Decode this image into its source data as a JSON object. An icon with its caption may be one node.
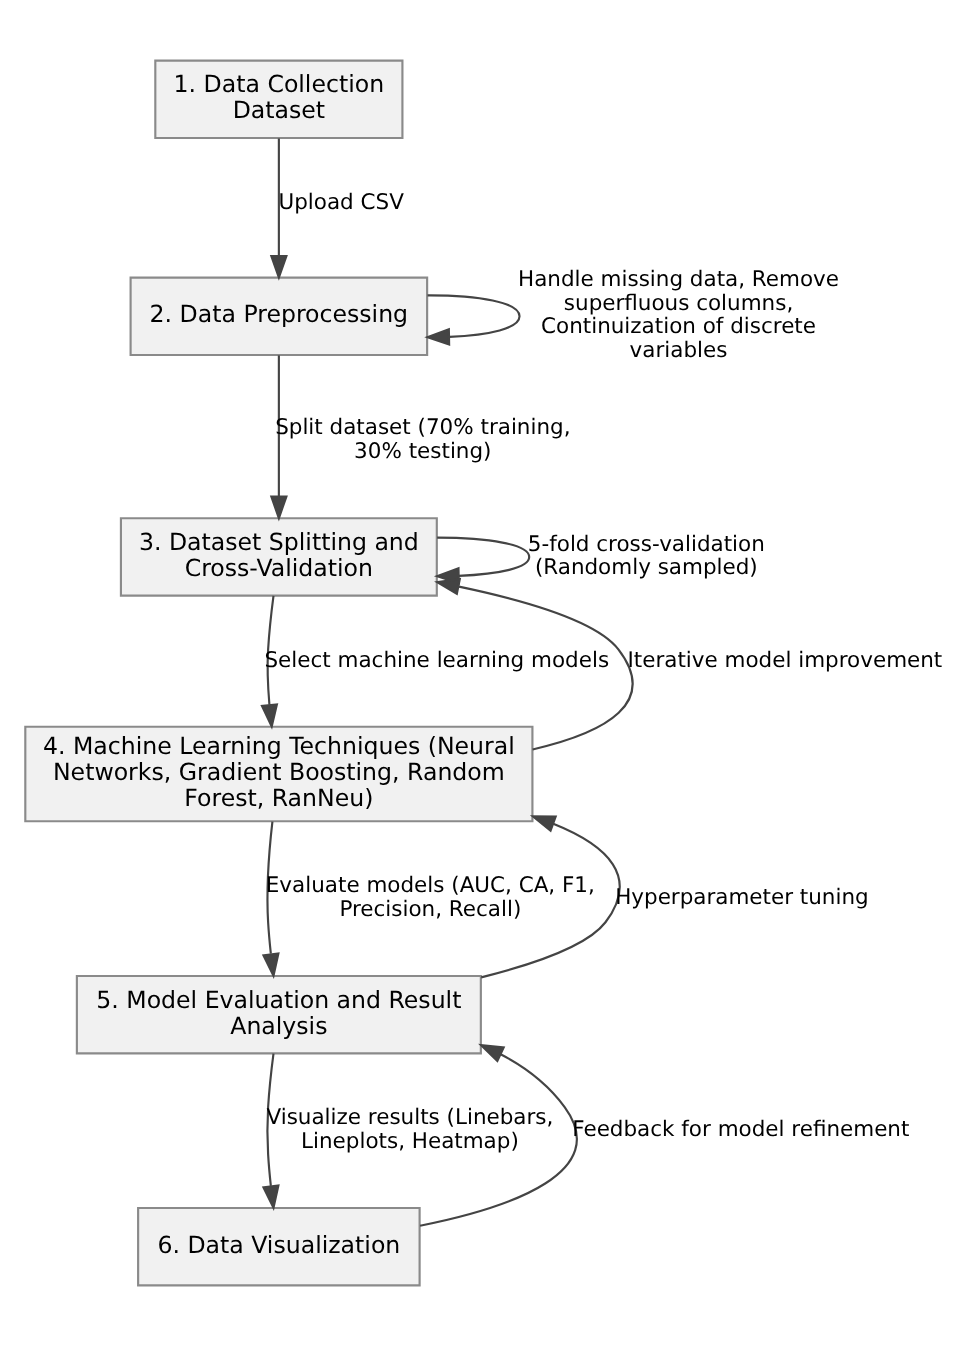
{
  "diagram": {
    "nodes": [
      {
        "text": [
          "1. Data Collection",
          "Dataset"
        ]
      },
      {
        "text": [
          "2. Data Preprocessing"
        ]
      },
      {
        "text": [
          "3. Dataset Splitting and Cross-Validation"
        ]
      },
      {
        "text": [
          "4. Machine Learning Techniques (Neural Networks, Gradient Boosting, Random Forest, RanNeu)"
        ]
      },
      {
        "text": [
          "5. Model Evaluation and Result Analysis"
        ]
      },
      {
        "text": [
          "6. Data Visualization"
        ]
      }
    ],
    "edges": [
      {
        "from": 0,
        "to": 1,
        "arrow": "to",
        "label": "Upload CSV"
      },
      {
        "from": 1,
        "to": 1,
        "arrow": "to",
        "label": "Handle missing data, Remove superfluous columns, Continuization of discrete variables"
      },
      {
        "from": 1,
        "to": 2,
        "arrow": "to",
        "label": "Split dataset (70% training, 30% testing)"
      },
      {
        "from": 2,
        "to": 2,
        "arrow": "to",
        "label": "5-fold cross-validation (Randomly sampled)"
      },
      {
        "from": 2,
        "to": 3,
        "arrow": "to",
        "label": "Select machine learning models"
      },
      {
        "from": 3,
        "to": 2,
        "arrow": "to",
        "label": "Iterative model improvement"
      },
      {
        "from": 3,
        "to": 4,
        "arrow": "to",
        "label": "Evaluate models (AUC, CA, F1, Precision, Recall)"
      },
      {
        "from": 4,
        "to": 3,
        "arrow": "to",
        "label": "Hyperparameter tuning"
      },
      {
        "from": 4,
        "to": 5,
        "arrow": "to",
        "label": "Visualize results (Linebars, Lineplots, Heatmap)"
      },
      {
        "from": 5,
        "to": 4,
        "arrow": "to",
        "label": "Feedback for model refinement"
      }
    ]
  }
}
